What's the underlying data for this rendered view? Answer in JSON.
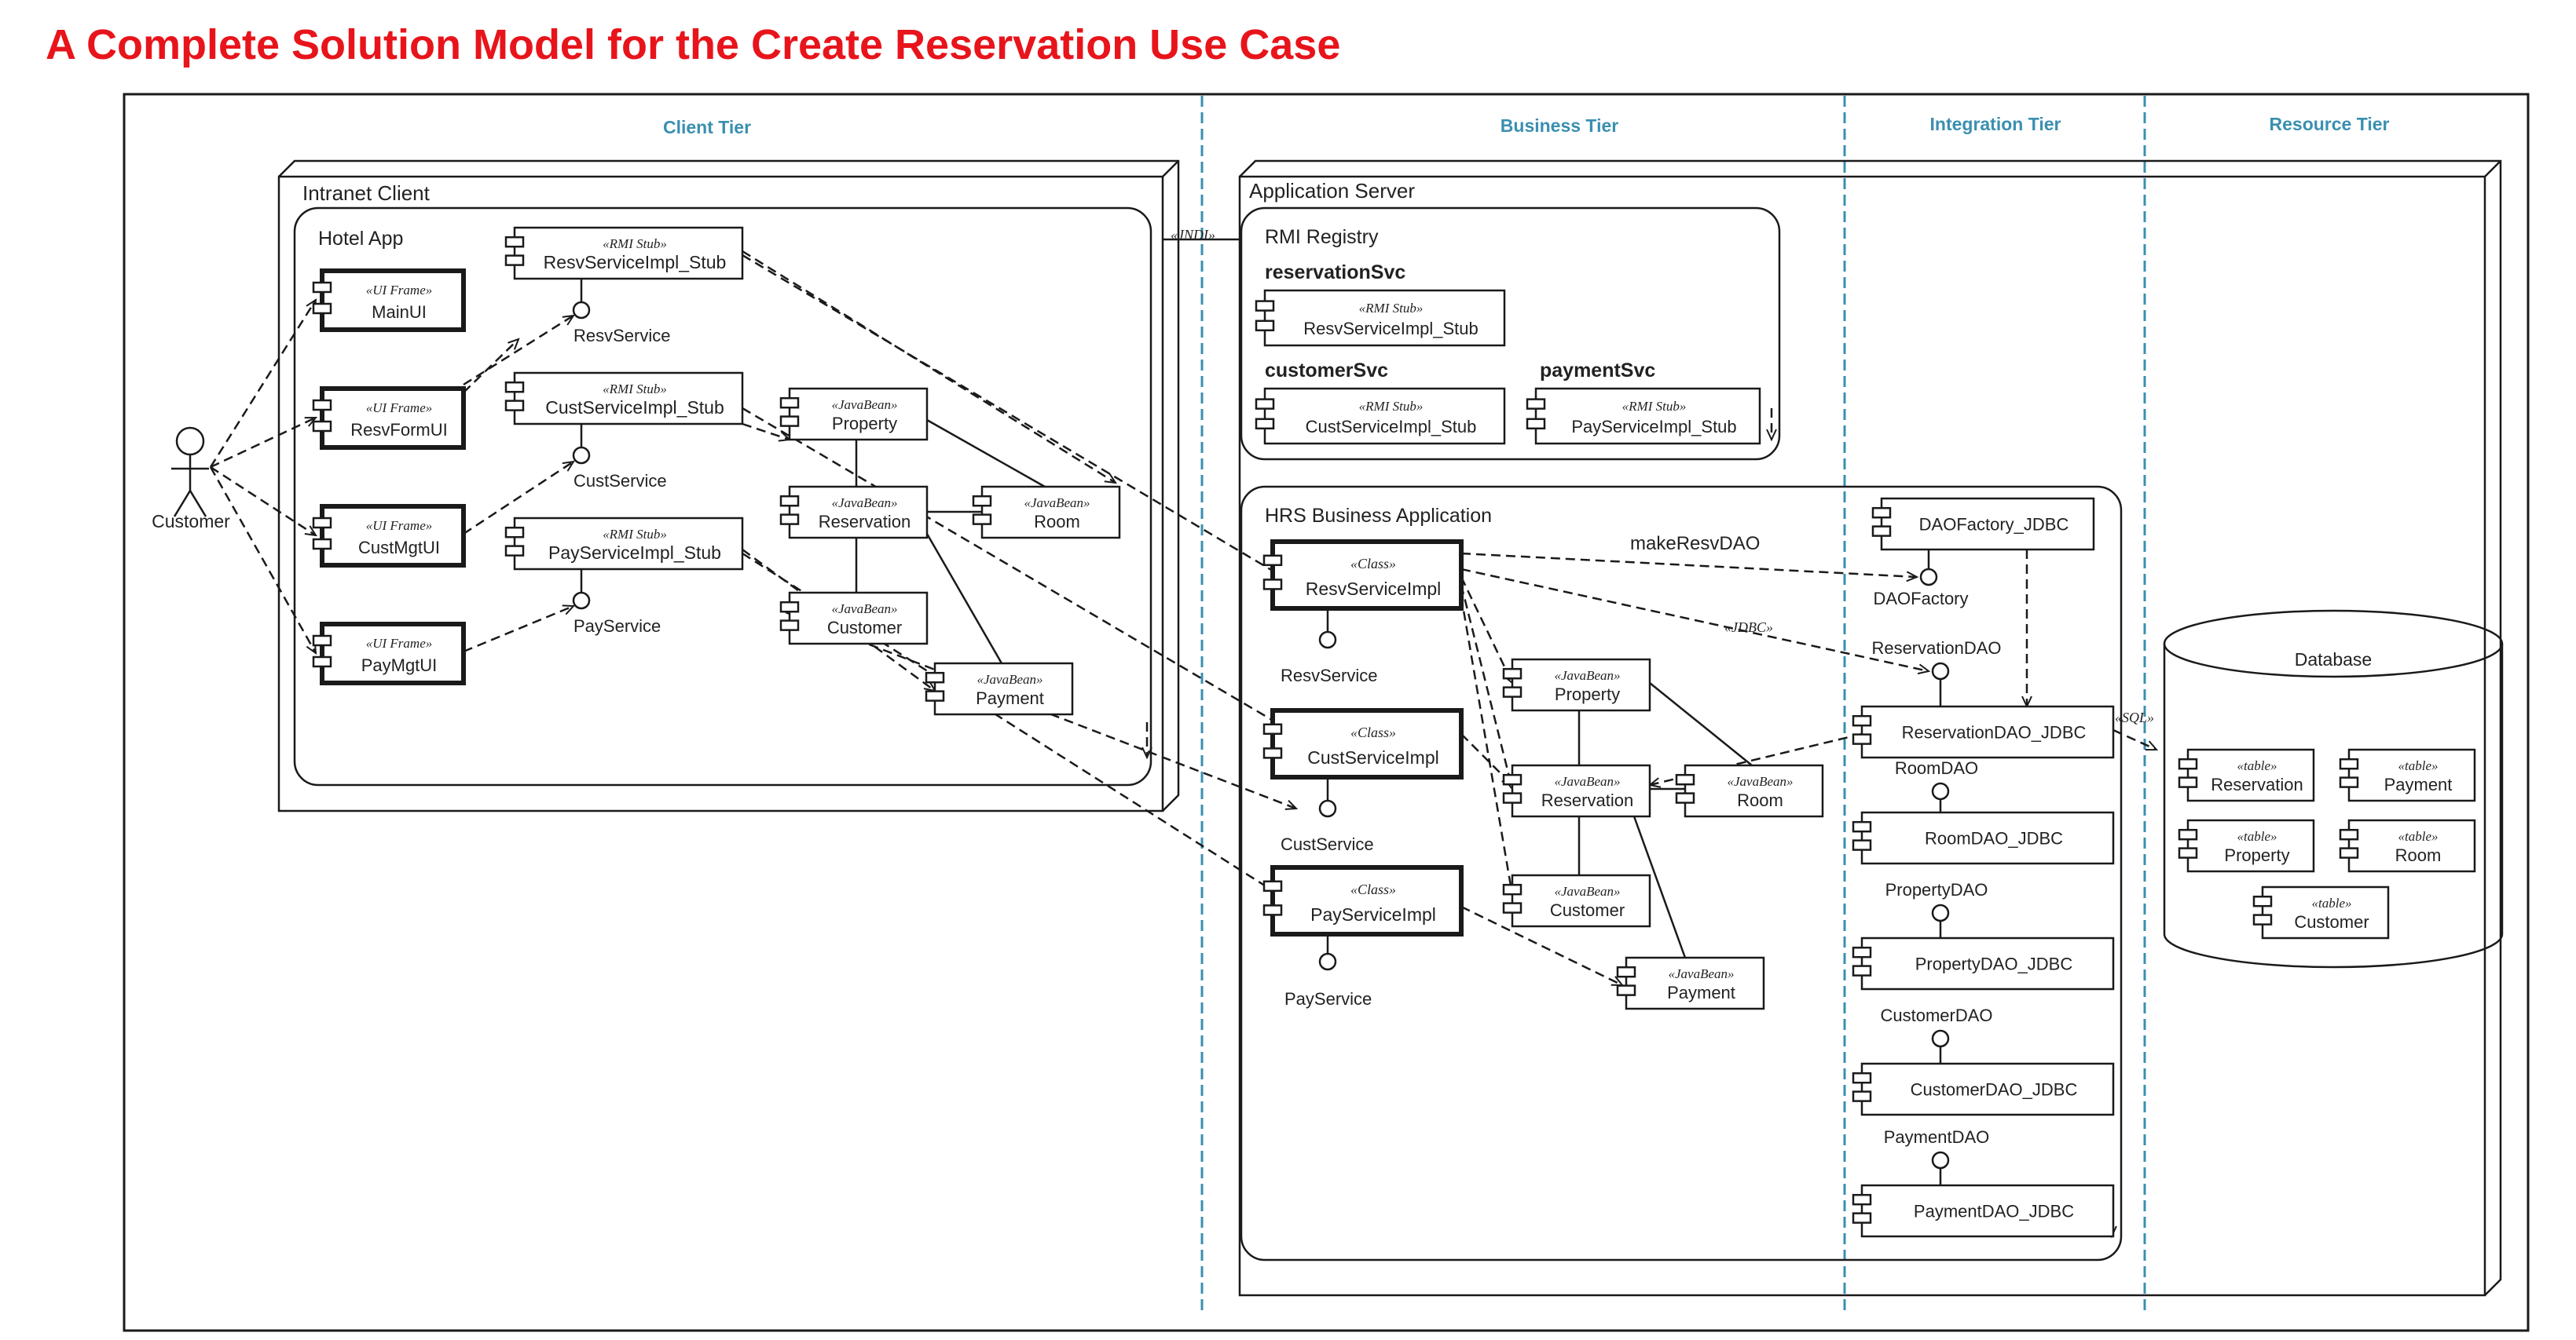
{
  "title": "A Complete Solution Model for the Create Reservation Use Case",
  "colors": {
    "title": "#e8141b",
    "tier_divider": "#3a8fb0",
    "tier_label": "#3a8fb0",
    "ink": "#1a1a1a"
  },
  "tiers": [
    "Client Tier",
    "Business Tier",
    "Integration Tier",
    "Resource Tier"
  ],
  "nodes": {
    "intranet_client": "Intranet Client",
    "application_server": "Application Server",
    "database": "Database"
  },
  "packages": {
    "hotel_app": "Hotel App",
    "rmi_registry": "RMI Registry",
    "hrs_app": "HRS Business Application"
  },
  "actor": "Customer",
  "stereotypes": {
    "ui_frame": "«UI Frame»",
    "rmi_stub": "«RMI Stub»",
    "java_bean": "«JavaBean»",
    "class": "«Class»",
    "table": "«table»",
    "jndi": "«JNDI»",
    "jdbc": "«JDBC»",
    "sql": "«SQL»"
  },
  "client": {
    "ui": [
      "MainUI",
      "ResvFormUI",
      "CustMgtUI",
      "PayMgtUI"
    ],
    "stubs": [
      "ResvServiceImpl_Stub",
      "CustServiceImpl_Stub",
      "PayServiceImpl_Stub"
    ],
    "stub_interfaces": [
      "ResvService",
      "CustService",
      "PayService"
    ],
    "beans": [
      "Property",
      "Reservation",
      "Room",
      "Customer",
      "Payment"
    ]
  },
  "registry": {
    "names": [
      "reservationSvc",
      "customerSvc",
      "paymentSvc"
    ],
    "stubs": [
      "ResvServiceImpl_Stub",
      "CustServiceImpl_Stub",
      "PayServiceImpl_Stub"
    ]
  },
  "business": {
    "classes": [
      "ResvServiceImpl",
      "CustServiceImpl",
      "PayServiceImpl"
    ],
    "interfaces": [
      "ResvService",
      "CustService",
      "PayService"
    ],
    "beans": [
      "Property",
      "Reservation",
      "Room",
      "Customer",
      "Payment"
    ],
    "make_dao": "makeResvDAO"
  },
  "integration": {
    "factory": "DAOFactory_JDBC",
    "factory_interface": "DAOFactory",
    "dao_interfaces": [
      "ReservationDAO",
      "RoomDAO",
      "PropertyDAO",
      "CustomerDAO",
      "PaymentDAO"
    ],
    "daos": [
      "ReservationDAO_JDBC",
      "RoomDAO_JDBC",
      "PropertyDAO_JDBC",
      "CustomerDAO_JDBC",
      "PaymentDAO_JDBC"
    ]
  },
  "resource": {
    "tables": [
      "Reservation",
      "Payment",
      "Property",
      "Room",
      "Customer"
    ]
  }
}
